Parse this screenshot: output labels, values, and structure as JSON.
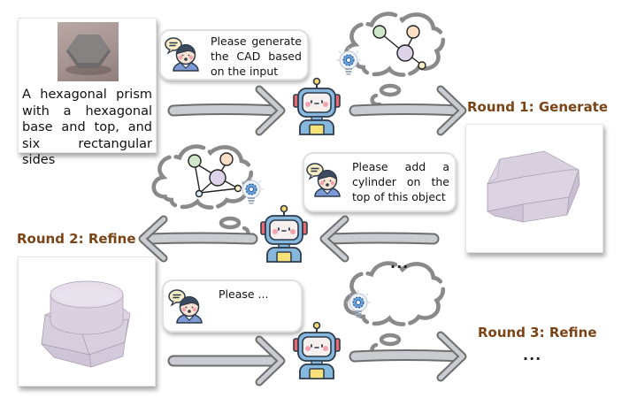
{
  "input": {
    "photo_label": "hexagonal prism photo",
    "description": "A hexagonal prism with a hexagonal base and top, and six rectangular sides"
  },
  "user_messages": [
    {
      "text": "Please generate the CAD based on the input"
    },
    {
      "text": "Please add a cylinder on the top of this object"
    },
    {
      "text": "Please ..."
    }
  ],
  "rounds": [
    {
      "title": "Round 1: Generate",
      "result": "hexagonal-prism-render"
    },
    {
      "title": "Round 2: Refine",
      "result": "hexagonal-prism-with-cylinder-render"
    },
    {
      "title": "Round 3: Refine",
      "result": "..."
    }
  ],
  "thought_bubble_3": {
    "text": "..."
  },
  "colors": {
    "round_title": "#7a4416",
    "arrow": "#c9ccd1",
    "arrow_outline": "#6e6e6e",
    "cad_fill": "#dcd3e0",
    "robot_head": "#7fb1d9",
    "node_green": "#cfe6c8",
    "node_orange": "#fbe0c3",
    "node_purple": "#ddd3e8"
  }
}
